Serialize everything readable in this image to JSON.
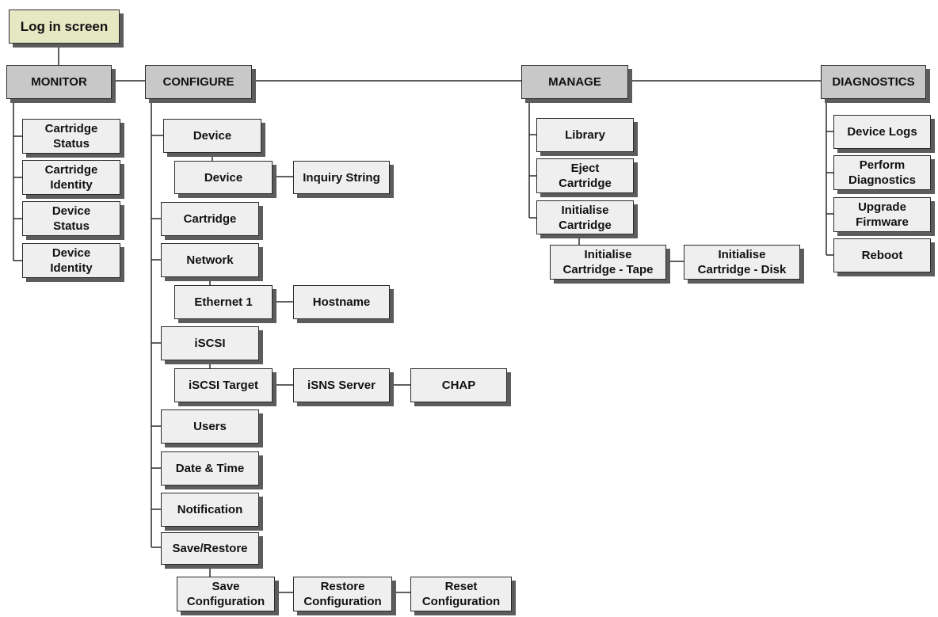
{
  "colors": {
    "node_fill": "#efefef",
    "top_fill": "#c8c8c8",
    "login_fill": "#e6e8c4",
    "line": "#2b2b2b"
  },
  "nodes": {
    "login": "Log in screen",
    "monitor": "MONITOR",
    "configure": "CONFIGURE",
    "manage": "MANAGE",
    "diagnostics": "DIAGNOSTICS",
    "cartridge_status": "Cartridge\nStatus",
    "cartridge_identity": "Cartridge\nIdentity",
    "device_status": "Device\nStatus",
    "device_identity": "Device\nIdentity",
    "device": "Device",
    "device_sub": "Device",
    "inquiry_string": "Inquiry String",
    "cartridge": "Cartridge",
    "network": "Network",
    "ethernet1": "Ethernet 1",
    "hostname": "Hostname",
    "iscsi": "iSCSI",
    "iscsi_target": "iSCSI Target",
    "isns_server": "iSNS Server",
    "chap": "CHAP",
    "users": "Users",
    "date_time": "Date & Time",
    "notification": "Notification",
    "save_restore": "Save/Restore",
    "save_config": "Save\nConfiguration",
    "restore_config": "Restore\nConfiguration",
    "reset_config": "Reset\nConfiguration",
    "library": "Library",
    "eject_cartridge": "Eject\nCartridge",
    "initialise_cartridge": "Initialise\nCartridge",
    "init_tape": "Initialise\nCartridge - Tape",
    "init_disk": "Initialise\nCartridge - Disk",
    "device_logs": "Device Logs",
    "perform_diagnostics": "Perform\nDiagnostics",
    "upgrade_firmware": "Upgrade\nFirmware",
    "reboot": "Reboot"
  }
}
